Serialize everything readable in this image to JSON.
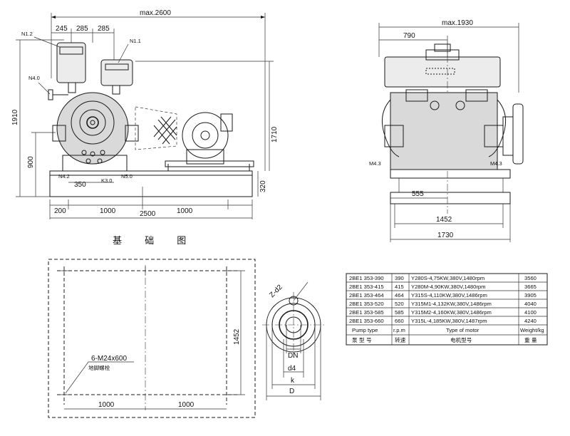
{
  "front_view": {
    "dims": {
      "max_width": "max.2600",
      "top_a": "245",
      "top_b": "285",
      "top_c": "285",
      "height_total": "1910",
      "height_base": "900",
      "height_motor": "1710",
      "base_h": "320",
      "x_350": "350",
      "bot_200": "200",
      "bot_1000a": "1000",
      "bot_1000b": "1000",
      "bot_2500": "2500"
    },
    "ports": {
      "n2": "N1.2",
      "n1": "N1.1",
      "n4": "N4.0",
      "n42": "N4.2",
      "k30": "K3.0",
      "n50": "N5.0"
    }
  },
  "side_view": {
    "dims": {
      "max_width": "max.1930",
      "w_790": "790",
      "w_555": "555",
      "w_1452": "1452",
      "w_1730": "1730"
    },
    "ports": {
      "m3_left": "M4.3",
      "m3_right": "M4.3"
    }
  },
  "foundation_title": "基 础 图",
  "foundation": {
    "h_1452": "1452",
    "bolt": "6-M24x600",
    "bolt_cn": "地脚螺栓",
    "w_1000a": "1000",
    "w_1000b": "1000"
  },
  "flange": {
    "z_d2": "Z-d2",
    "dn": "DN",
    "d4": "d4",
    "k": "k",
    "d": "D"
  },
  "table": {
    "rows": [
      {
        "type": "2BE1 353-390",
        "rpm": "390",
        "motor": "Y280S-4,75KW,380V,1480rpm",
        "weight": "3560"
      },
      {
        "type": "2BE1 353-415",
        "rpm": "415",
        "motor": "Y280M-4,90KW,380V,1480rpm",
        "weight": "3665"
      },
      {
        "type": "2BE1 353-464",
        "rpm": "464",
        "motor": "Y315S-4,110KW,380V,1486rpm",
        "weight": "3905"
      },
      {
        "type": "2BE1 353-520",
        "rpm": "520",
        "motor": "Y315M1-4,132KW,380V,1486rpm",
        "weight": "4040"
      },
      {
        "type": "2BE1 353-585",
        "rpm": "585",
        "motor": "Y315M2-4,160KW,380V,1486rpm",
        "weight": "4100"
      },
      {
        "type": "2BE1 353-660",
        "rpm": "660",
        "motor": "Y315L-4,185KW,380V,1487rpm",
        "weight": "4240"
      }
    ],
    "header_en": {
      "type": "Pump type",
      "rpm": "r.p.m",
      "motor": "Type of motor",
      "weight": "Weight/kg"
    },
    "header_cn": {
      "type": "泵 型 号",
      "rpm": "转速",
      "motor": "电机型号",
      "weight": "重 量"
    }
  }
}
